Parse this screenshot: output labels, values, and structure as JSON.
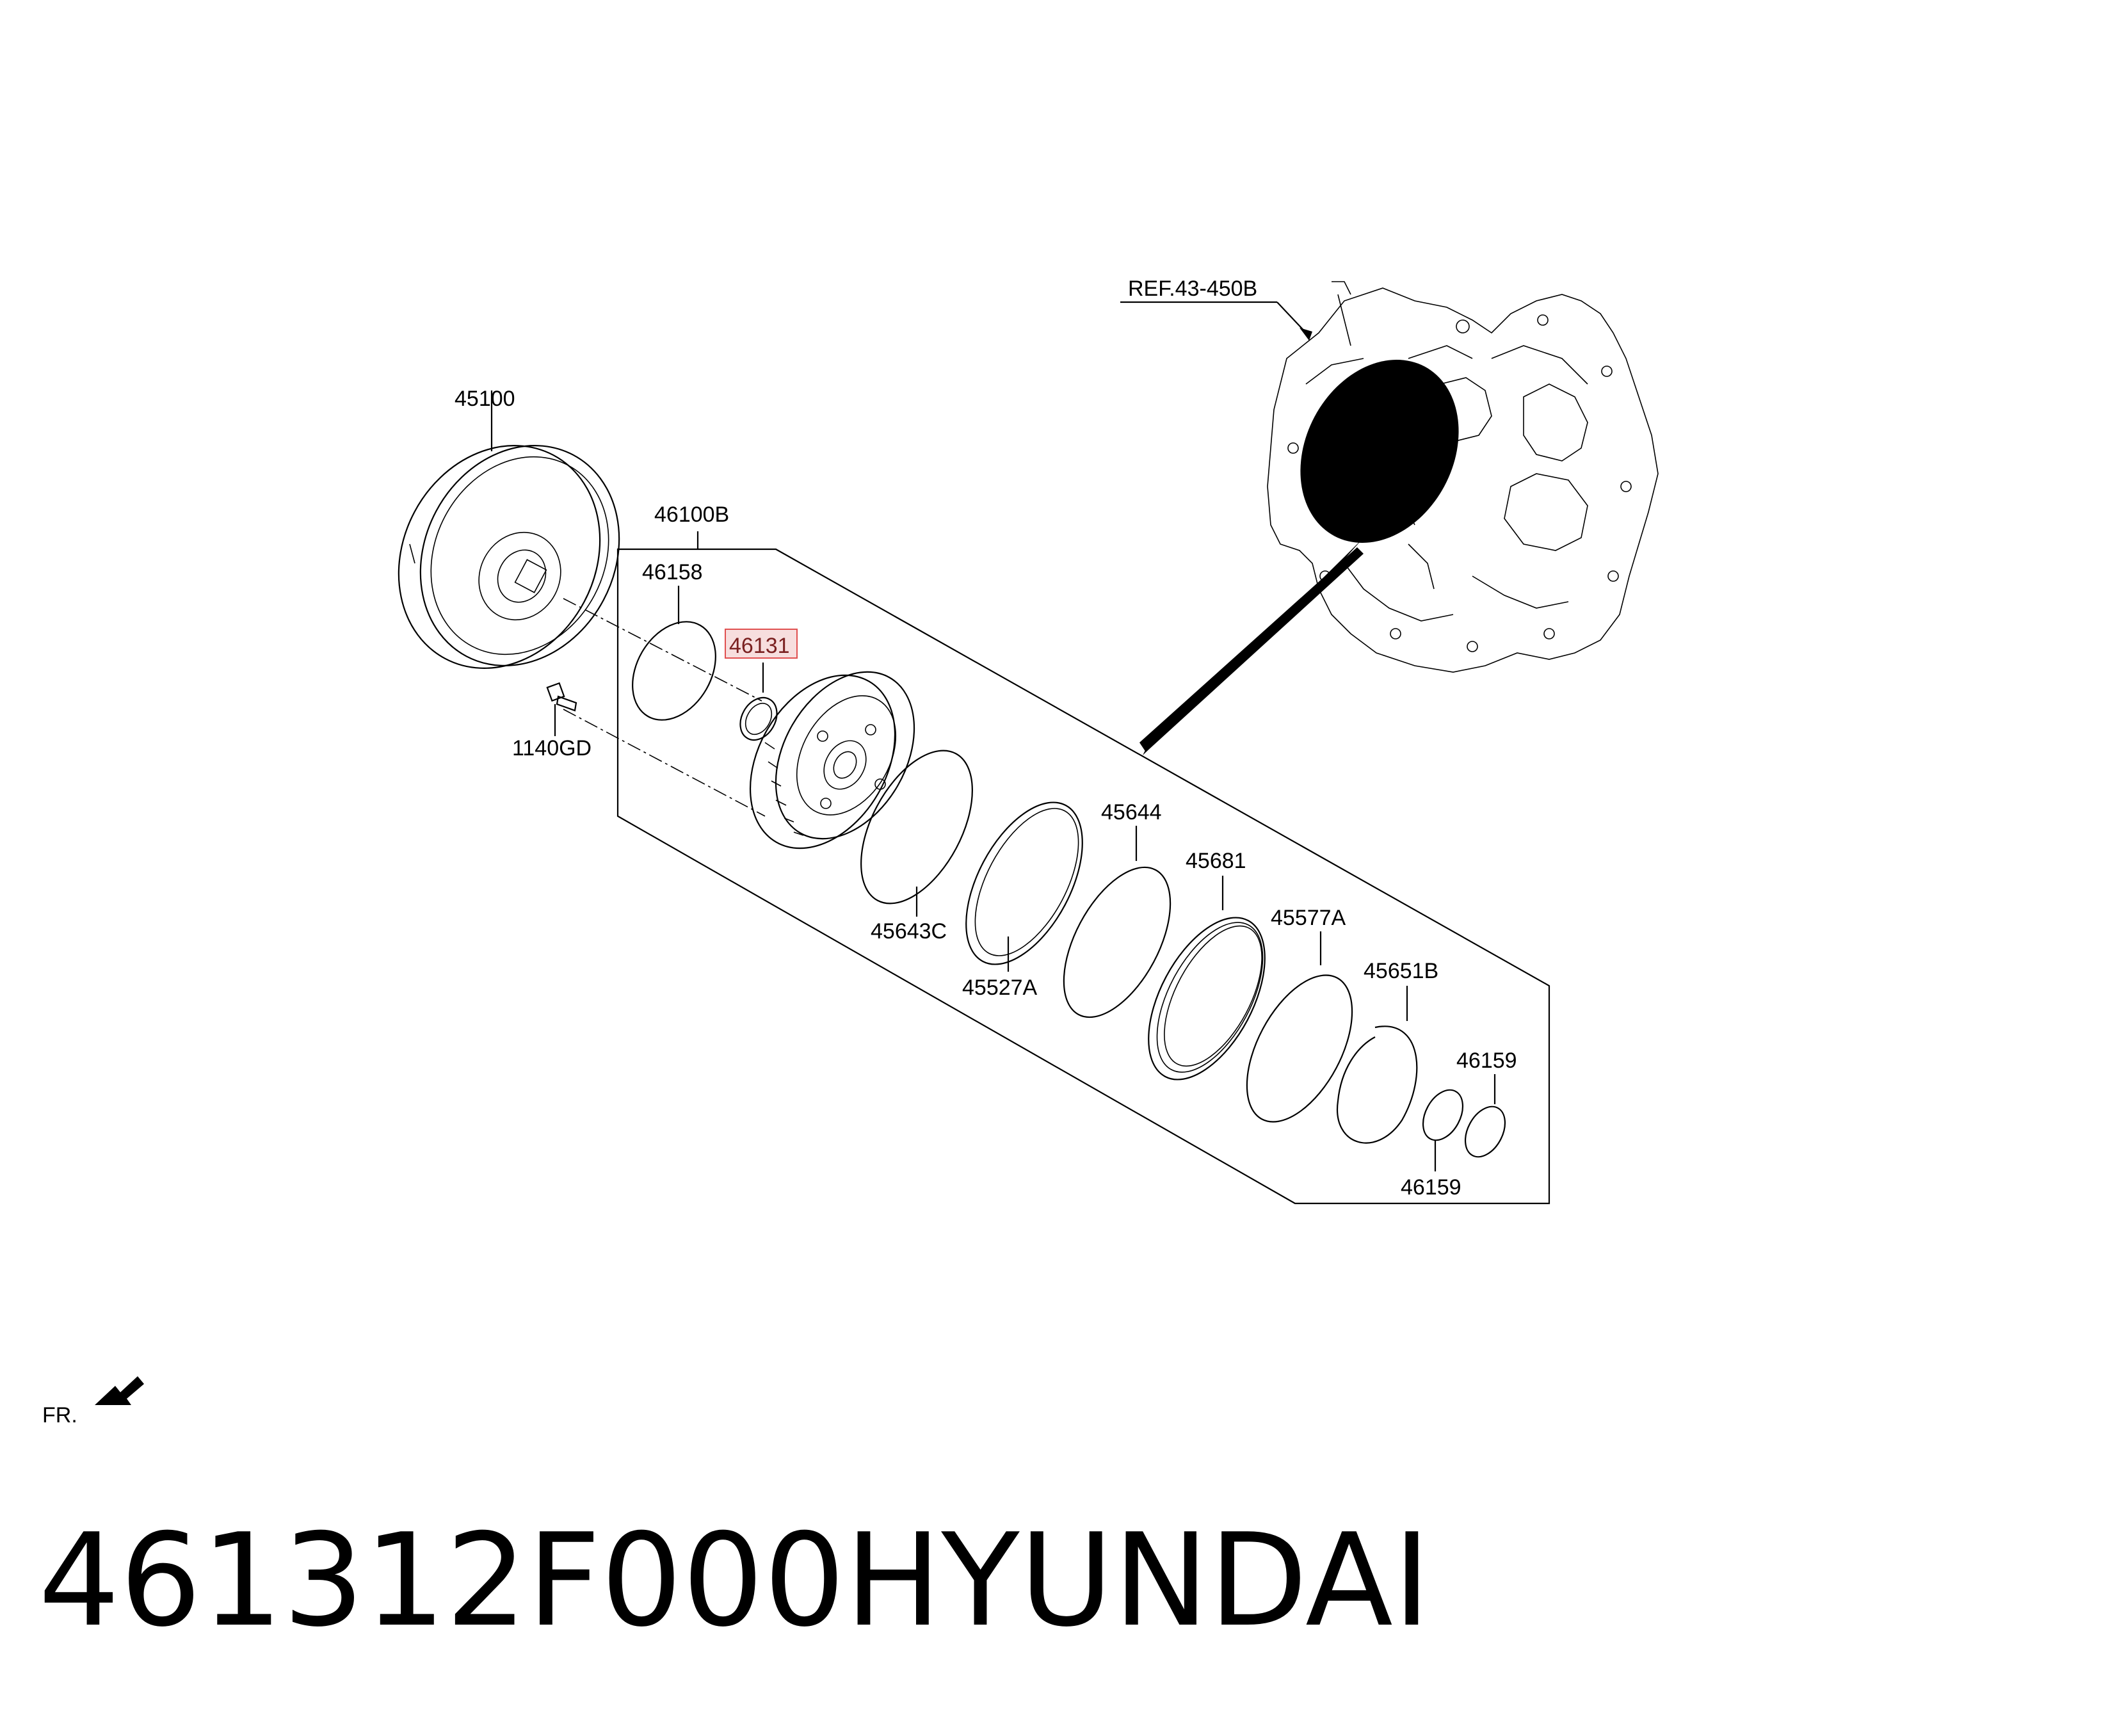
{
  "diagram": {
    "labels": {
      "ref": "REF.43-450B",
      "p45100": "45100",
      "p46100b": "46100B",
      "p46158": "46158",
      "p46131": "46131",
      "p1140gd": "1140GD",
      "p45643c": "45643C",
      "p45527a": "45527A",
      "p45644": "45644",
      "p45681": "45681",
      "p45577a": "45577A",
      "p45651b": "45651B",
      "p46159_top": "46159",
      "p46159_bottom": "46159",
      "front": "FR."
    },
    "highlight_color": "#e05050"
  },
  "footer": {
    "part_number": "461312F000",
    "brand": "HYUNDAI"
  }
}
